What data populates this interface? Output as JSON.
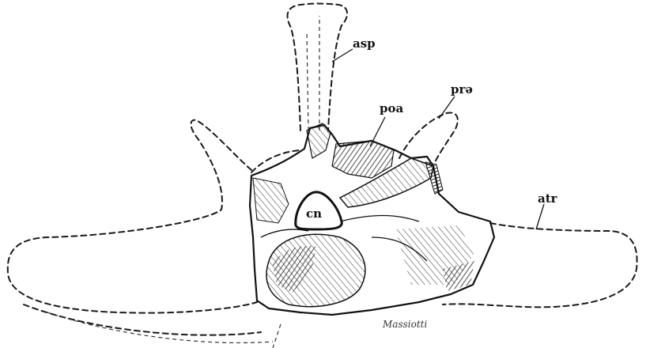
{
  "labels": {
    "asp": "asp",
    "poa": "poa",
    "pra": "prə",
    "atr": "atr",
    "cn": "cn"
  },
  "signature": "Massiotti"
}
